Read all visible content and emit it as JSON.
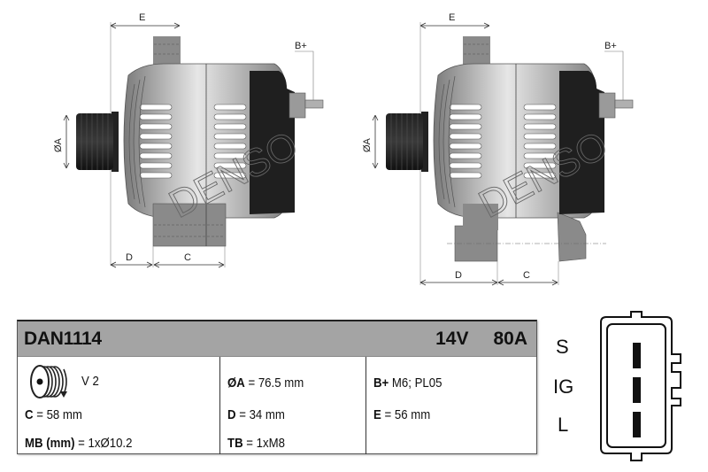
{
  "drawings": [
    {
      "view": "alternator-view-1",
      "dimension_labels": {
        "e": "E",
        "a": "ØA",
        "d": "D",
        "c": "C",
        "b_plus": "B+"
      },
      "watermark": "DENSO"
    },
    {
      "view": "alternator-view-2",
      "dimension_labels": {
        "e": "E",
        "a": "ØA",
        "d": "D",
        "c": "C",
        "b_plus": "B+"
      },
      "watermark": "DENSO"
    }
  ],
  "spec_table": {
    "header": {
      "part_number": "DAN1114",
      "voltage": "14V",
      "amperage": "80A"
    },
    "pulley": {
      "icon": "pulley-icon",
      "label": "V 2"
    },
    "col1": {
      "c_key": "C",
      "c_value": " = 58 mm",
      "mb_key": "MB (mm)",
      "mb_value": " = 1xØ10.2"
    },
    "col2": {
      "a_key": "ØA",
      "a_value": " = 76.5 mm",
      "d_key": "D",
      "d_value": " = 34 mm",
      "tb_key": "TB",
      "tb_value": " = 1xM8"
    },
    "col3": {
      "bplus_key": "B+",
      "bplus_value": " M6; PL05",
      "e_key": "E",
      "e_value": " = 56 mm"
    }
  },
  "connector": {
    "pins": [
      "S",
      "IG",
      "L"
    ]
  },
  "colors": {
    "header_bg": "#a4a4a4",
    "body_gray": "#8c8c8c",
    "regulator_dark": "#1e1e1e"
  }
}
